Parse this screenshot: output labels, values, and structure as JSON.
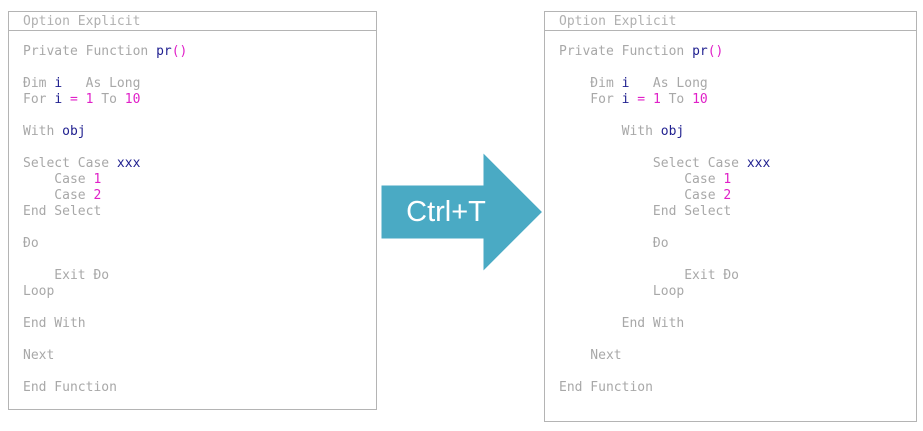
{
  "arrow_label": "Ctrl+T",
  "arrow_color": "#4aaac4",
  "colors": {
    "keyword": "#a8a8a8",
    "identifier": "#1f1f8f",
    "literal": "#e020c8"
  },
  "left": {
    "header": "Option Explicit",
    "lines": [
      [
        [
          "k",
          "Private Function "
        ],
        [
          "i",
          "pr"
        ],
        [
          "o",
          "()"
        ]
      ],
      [],
      [
        [
          "k",
          "Đim "
        ],
        [
          "i",
          "i"
        ],
        [
          "k",
          "   As Long"
        ]
      ],
      [
        [
          "k",
          "For "
        ],
        [
          "i",
          "i"
        ],
        [
          "o",
          " = "
        ],
        [
          "n",
          "1"
        ],
        [
          "k",
          " To "
        ],
        [
          "n",
          "10"
        ]
      ],
      [],
      [
        [
          "k",
          "With "
        ],
        [
          "i",
          "obj"
        ]
      ],
      [],
      [
        [
          "k",
          "Select Case "
        ],
        [
          "i",
          "xxx"
        ]
      ],
      [
        [
          "k",
          "    Case "
        ],
        [
          "n",
          "1"
        ]
      ],
      [
        [
          "k",
          "    Case "
        ],
        [
          "n",
          "2"
        ]
      ],
      [
        [
          "k",
          "End Select"
        ]
      ],
      [],
      [
        [
          "k",
          "Đo"
        ]
      ],
      [],
      [
        [
          "k",
          "    Exit Đo"
        ]
      ],
      [
        [
          "k",
          "Loop"
        ]
      ],
      [],
      [
        [
          "k",
          "End With"
        ]
      ],
      [],
      [
        [
          "k",
          "Next"
        ]
      ],
      [],
      [
        [
          "k",
          "End Function"
        ]
      ]
    ]
  },
  "right": {
    "header": "Option Explicit",
    "lines": [
      [
        [
          "k",
          "Private Function "
        ],
        [
          "i",
          "pr"
        ],
        [
          "o",
          "()"
        ]
      ],
      [],
      [
        [
          "k",
          "    Đim "
        ],
        [
          "i",
          "i"
        ],
        [
          "k",
          "   As Long"
        ]
      ],
      [
        [
          "k",
          "    For "
        ],
        [
          "i",
          "i"
        ],
        [
          "o",
          " = "
        ],
        [
          "n",
          "1"
        ],
        [
          "k",
          " To "
        ],
        [
          "n",
          "10"
        ]
      ],
      [],
      [
        [
          "k",
          "        With "
        ],
        [
          "i",
          "obj"
        ]
      ],
      [],
      [
        [
          "k",
          "            Select Case "
        ],
        [
          "i",
          "xxx"
        ]
      ],
      [
        [
          "k",
          "                Case "
        ],
        [
          "n",
          "1"
        ]
      ],
      [
        [
          "k",
          "                Case "
        ],
        [
          "n",
          "2"
        ]
      ],
      [
        [
          "k",
          "            End Select"
        ]
      ],
      [],
      [
        [
          "k",
          "            Đo"
        ]
      ],
      [],
      [
        [
          "k",
          "                Exit Đo"
        ]
      ],
      [
        [
          "k",
          "            Loop"
        ]
      ],
      [],
      [
        [
          "k",
          "        End With"
        ]
      ],
      [],
      [
        [
          "k",
          "    Next"
        ]
      ],
      [],
      [
        [
          "k",
          "End Function"
        ]
      ]
    ]
  }
}
